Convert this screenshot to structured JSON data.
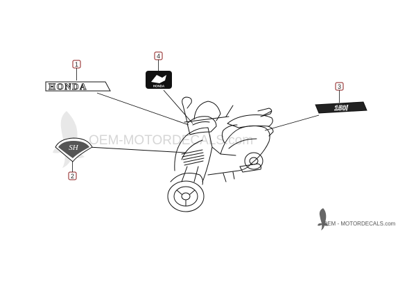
{
  "watermark": {
    "text": "OEM-MOTORDECALS.com"
  },
  "footer": {
    "text": "OEM - MOTORDECALS.com"
  },
  "parts": [
    {
      "number": "1",
      "label": "HONDA"
    },
    {
      "number": "2",
      "label": "SH"
    },
    {
      "number": "3",
      "label": "150i"
    },
    {
      "number": "4",
      "label": "HONDA"
    }
  ],
  "colors": {
    "callout_border": "#8b1a1a",
    "line": "#111111",
    "watermark": "#c9c9c9"
  }
}
